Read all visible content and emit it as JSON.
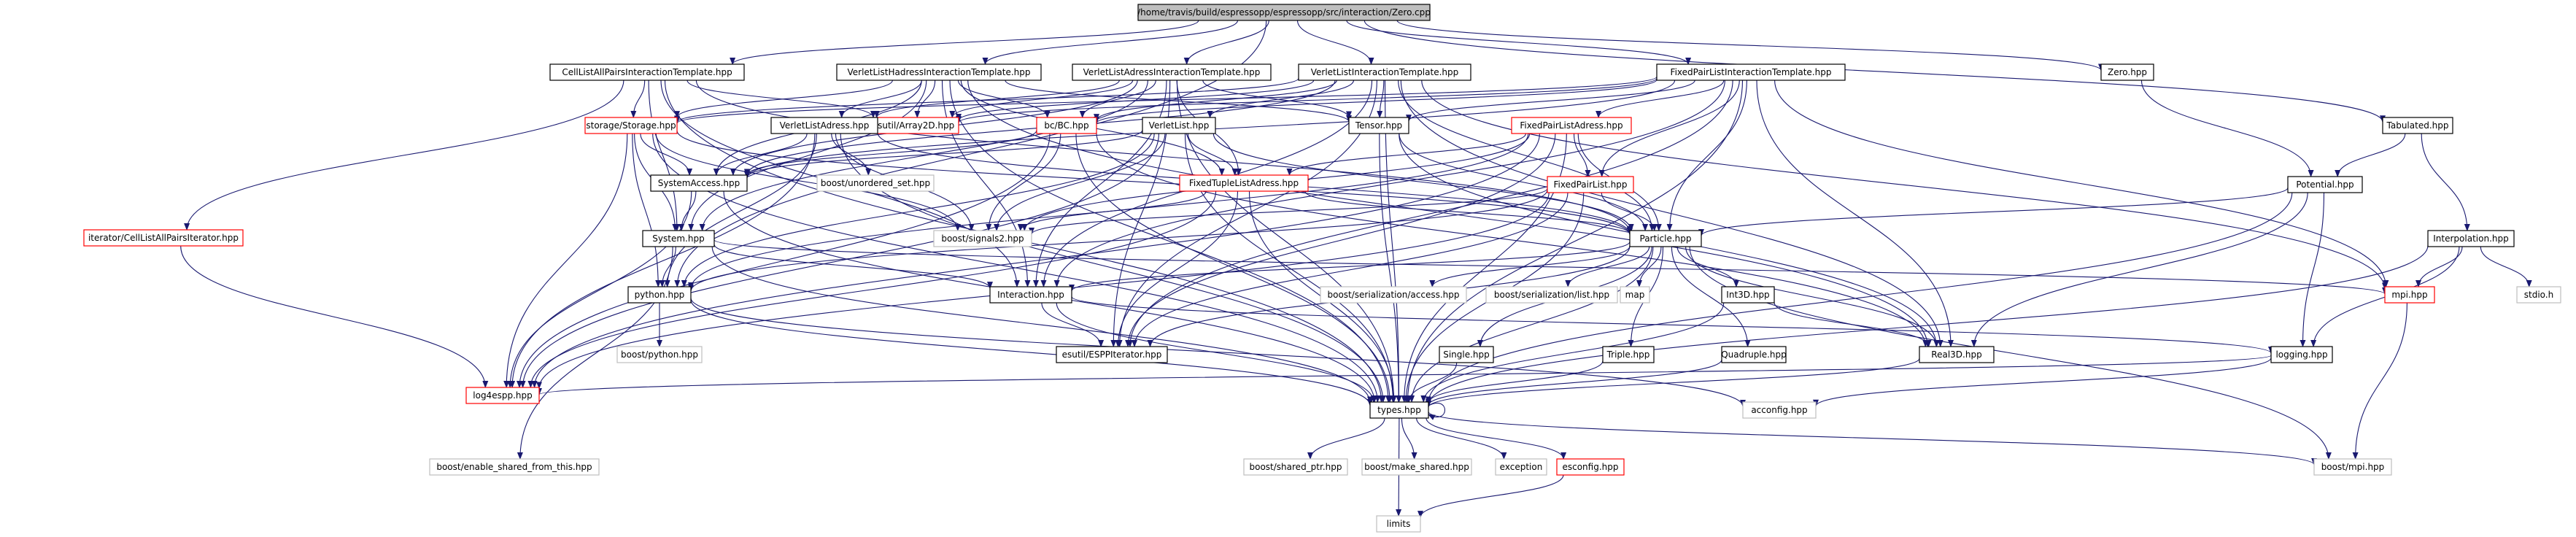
{
  "colors": {
    "root_fill": "#bfbfbf",
    "normal_border": "#000000",
    "truncated_border": "#ff0000",
    "external_border": "#bfbfbf",
    "external_text": "#666666",
    "edge": "#191970"
  },
  "nodes": [
    {
      "id": "root",
      "label": "/home/travis/build/espressopp/espressopp/src/interaction/Zero.cpp",
      "kind": "root"
    },
    {
      "id": "cellall",
      "label": "CellListAllPairsInteractionTemplate.hpp",
      "kind": "normal"
    },
    {
      "id": "vlhadress",
      "label": "VerletListHadressInteractionTemplate.hpp",
      "kind": "normal"
    },
    {
      "id": "vladresstpl",
      "label": "VerletListAdressInteractionTemplate.hpp",
      "kind": "normal"
    },
    {
      "id": "vltpl",
      "label": "VerletListInteractionTemplate.hpp",
      "kind": "normal"
    },
    {
      "id": "fpltpl",
      "label": "FixedPairListInteractionTemplate.hpp",
      "kind": "normal"
    },
    {
      "id": "zero",
      "label": "Zero.hpp",
      "kind": "normal"
    },
    {
      "id": "tabulated",
      "label": "Tabulated.hpp",
      "kind": "normal"
    },
    {
      "id": "storage",
      "label": "storage/Storage.hpp",
      "kind": "truncated"
    },
    {
      "id": "array2d",
      "label": "esutil/Array2D.hpp",
      "kind": "truncated"
    },
    {
      "id": "bc",
      "label": "bc/BC.hpp",
      "kind": "truncated"
    },
    {
      "id": "tensor",
      "label": "Tensor.hpp",
      "kind": "normal"
    },
    {
      "id": "fpladress",
      "label": "FixedPairListAdress.hpp",
      "kind": "truncated"
    },
    {
      "id": "iterator",
      "label": "iterator/CellListAllPairsIterator.hpp",
      "kind": "truncated"
    },
    {
      "id": "vladress",
      "label": "VerletListAdress.hpp",
      "kind": "normal"
    },
    {
      "id": "verletlist",
      "label": "VerletList.hpp",
      "kind": "normal"
    },
    {
      "id": "sysaccess",
      "label": "SystemAccess.hpp",
      "kind": "normal"
    },
    {
      "id": "unordered",
      "label": "boost/unordered_set.hpp",
      "kind": "external"
    },
    {
      "id": "ftladress",
      "label": "FixedTupleListAdress.hpp",
      "kind": "truncated"
    },
    {
      "id": "fpl",
      "label": "FixedPairList.hpp",
      "kind": "truncated"
    },
    {
      "id": "potential",
      "label": "Potential.hpp",
      "kind": "normal"
    },
    {
      "id": "interpolation",
      "label": "Interpolation.hpp",
      "kind": "normal"
    },
    {
      "id": "system",
      "label": "System.hpp",
      "kind": "normal"
    },
    {
      "id": "signals2",
      "label": "boost/signals2.hpp",
      "kind": "external"
    },
    {
      "id": "particle",
      "label": "Particle.hpp",
      "kind": "normal"
    },
    {
      "id": "python",
      "label": "python.hpp",
      "kind": "normal"
    },
    {
      "id": "interaction",
      "label": "Interaction.hpp",
      "kind": "normal"
    },
    {
      "id": "serialaccess",
      "label": "boost/serialization/access.hpp",
      "kind": "external"
    },
    {
      "id": "seriallist",
      "label": "boost/serialization/list.hpp",
      "kind": "external"
    },
    {
      "id": "map",
      "label": "map",
      "kind": "external"
    },
    {
      "id": "int3d",
      "label": "Int3D.hpp",
      "kind": "normal"
    },
    {
      "id": "mpi",
      "label": "mpi.hpp",
      "kind": "truncated"
    },
    {
      "id": "stdio",
      "label": "stdio.h",
      "kind": "external"
    },
    {
      "id": "boostpython",
      "label": "boost/python.hpp",
      "kind": "external"
    },
    {
      "id": "esppiter",
      "label": "esutil/ESPPIterator.hpp",
      "kind": "normal"
    },
    {
      "id": "single",
      "label": "Single.hpp",
      "kind": "normal"
    },
    {
      "id": "triple",
      "label": "Triple.hpp",
      "kind": "normal"
    },
    {
      "id": "quadruple",
      "label": "Quadruple.hpp",
      "kind": "normal"
    },
    {
      "id": "real3d",
      "label": "Real3D.hpp",
      "kind": "normal"
    },
    {
      "id": "logging",
      "label": "logging.hpp",
      "kind": "normal"
    },
    {
      "id": "log4espp",
      "label": "log4espp.hpp",
      "kind": "truncated"
    },
    {
      "id": "types",
      "label": "types.hpp",
      "kind": "normal"
    },
    {
      "id": "acconfig",
      "label": "acconfig.hpp",
      "kind": "external"
    },
    {
      "id": "enableshared",
      "label": "boost/enable_shared_from_this.hpp",
      "kind": "external"
    },
    {
      "id": "sharedptr",
      "label": "boost/shared_ptr.hpp",
      "kind": "external"
    },
    {
      "id": "makeshared",
      "label": "boost/make_shared.hpp",
      "kind": "external"
    },
    {
      "id": "exception",
      "label": "exception",
      "kind": "external"
    },
    {
      "id": "esconfig",
      "label": "esconfig.hpp",
      "kind": "truncated"
    },
    {
      "id": "boostmpi",
      "label": "boost/mpi.hpp",
      "kind": "external"
    },
    {
      "id": "limits",
      "label": "limits",
      "kind": "external"
    }
  ],
  "edges": [
    [
      "root",
      "cellall"
    ],
    [
      "root",
      "vlhadress"
    ],
    [
      "root",
      "vladresstpl"
    ],
    [
      "root",
      "vltpl"
    ],
    [
      "root",
      "fpltpl"
    ],
    [
      "root",
      "zero"
    ],
    [
      "root",
      "tabulated"
    ],
    [
      "root",
      "python"
    ],
    [
      "cellall",
      "storage"
    ],
    [
      "cellall",
      "iterator"
    ],
    [
      "cellall",
      "interaction"
    ],
    [
      "cellall",
      "types"
    ],
    [
      "cellall",
      "array2d"
    ],
    [
      "cellall",
      "system"
    ],
    [
      "cellall",
      "particle"
    ],
    [
      "vlhadress",
      "vladress"
    ],
    [
      "vlhadress",
      "bc"
    ],
    [
      "vlhadress",
      "tensor"
    ],
    [
      "vlhadress",
      "array2d"
    ],
    [
      "vlhadress",
      "ftladress"
    ],
    [
      "vlhadress",
      "interaction"
    ],
    [
      "vlhadress",
      "types"
    ],
    [
      "vlhadress",
      "real3d"
    ],
    [
      "vlhadress",
      "storage"
    ],
    [
      "vlhadress",
      "sysaccess"
    ],
    [
      "vlhadress",
      "system"
    ],
    [
      "vladresstpl",
      "vladress"
    ],
    [
      "vladresstpl",
      "bc"
    ],
    [
      "vladresstpl",
      "tensor"
    ],
    [
      "vladresstpl",
      "array2d"
    ],
    [
      "vladresstpl",
      "ftladress"
    ],
    [
      "vladresstpl",
      "interaction"
    ],
    [
      "vladresstpl",
      "types"
    ],
    [
      "vladresstpl",
      "sysaccess"
    ],
    [
      "vladresstpl",
      "system"
    ],
    [
      "vladresstpl",
      "esppiter"
    ],
    [
      "vltpl",
      "verletlist"
    ],
    [
      "vltpl",
      "bc"
    ],
    [
      "vltpl",
      "tensor"
    ],
    [
      "vltpl",
      "array2d"
    ],
    [
      "vltpl",
      "interaction"
    ],
    [
      "vltpl",
      "types"
    ],
    [
      "vltpl",
      "particle"
    ],
    [
      "vltpl",
      "real3d"
    ],
    [
      "vltpl",
      "storage"
    ],
    [
      "vltpl",
      "sysaccess"
    ],
    [
      "vltpl",
      "mpi"
    ],
    [
      "vltpl",
      "esppiter"
    ],
    [
      "fpltpl",
      "fpl"
    ],
    [
      "fpltpl",
      "fpladress"
    ],
    [
      "fpltpl",
      "bc"
    ],
    [
      "fpltpl",
      "tensor"
    ],
    [
      "fpltpl",
      "array2d"
    ],
    [
      "fpltpl",
      "interaction"
    ],
    [
      "fpltpl",
      "types"
    ],
    [
      "fpltpl",
      "particle"
    ],
    [
      "fpltpl",
      "real3d"
    ],
    [
      "fpltpl",
      "mpi"
    ],
    [
      "fpltpl",
      "esppiter"
    ],
    [
      "fpltpl",
      "sysaccess"
    ],
    [
      "fpltpl",
      "storage"
    ],
    [
      "zero",
      "potential"
    ],
    [
      "tabulated",
      "potential"
    ],
    [
      "tabulated",
      "interpolation"
    ],
    [
      "storage",
      "sysaccess"
    ],
    [
      "storage",
      "system"
    ],
    [
      "storage",
      "log4espp"
    ],
    [
      "storage",
      "types"
    ],
    [
      "storage",
      "python"
    ],
    [
      "storage",
      "particle"
    ],
    [
      "storage",
      "signals2"
    ],
    [
      "bc",
      "sysaccess"
    ],
    [
      "bc",
      "log4espp"
    ],
    [
      "bc",
      "types"
    ],
    [
      "bc",
      "real3d"
    ],
    [
      "bc",
      "signals2"
    ],
    [
      "tensor",
      "types"
    ],
    [
      "tensor",
      "real3d"
    ],
    [
      "tensor",
      "particle"
    ],
    [
      "fpladress",
      "fpl"
    ],
    [
      "fpladress",
      "ftladress"
    ],
    [
      "fpladress",
      "particle"
    ],
    [
      "fpladress",
      "esppiter"
    ],
    [
      "fpladress",
      "python"
    ],
    [
      "fpladress",
      "log4espp"
    ],
    [
      "fpladress",
      "types"
    ],
    [
      "fpladress",
      "signals2"
    ],
    [
      "iterator",
      "log4espp"
    ],
    [
      "vladress",
      "sysaccess"
    ],
    [
      "vladress",
      "unordered"
    ],
    [
      "vladress",
      "particle"
    ],
    [
      "vladress",
      "python"
    ],
    [
      "vladress",
      "log4espp"
    ],
    [
      "vladress",
      "signals2"
    ],
    [
      "vladress",
      "types"
    ],
    [
      "verletlist",
      "sysaccess"
    ],
    [
      "verletlist",
      "particle"
    ],
    [
      "verletlist",
      "python"
    ],
    [
      "verletlist",
      "log4espp"
    ],
    [
      "verletlist",
      "signals2"
    ],
    [
      "verletlist",
      "types"
    ],
    [
      "verletlist",
      "ftladress"
    ],
    [
      "sysaccess",
      "system"
    ],
    [
      "sysaccess",
      "log4espp"
    ],
    [
      "sysaccess",
      "types"
    ],
    [
      "ftladress",
      "particle"
    ],
    [
      "ftladress",
      "esppiter"
    ],
    [
      "ftladress",
      "log4espp"
    ],
    [
      "ftladress",
      "signals2"
    ],
    [
      "ftladress",
      "types"
    ],
    [
      "fpl",
      "particle"
    ],
    [
      "fpl",
      "esppiter"
    ],
    [
      "fpl",
      "python"
    ],
    [
      "fpl",
      "log4espp"
    ],
    [
      "fpl",
      "signals2"
    ],
    [
      "fpl",
      "types"
    ],
    [
      "potential",
      "particle"
    ],
    [
      "potential",
      "real3d"
    ],
    [
      "potential",
      "types"
    ],
    [
      "potential",
      "logging"
    ],
    [
      "interpolation",
      "types"
    ],
    [
      "interpolation",
      "mpi"
    ],
    [
      "interpolation",
      "stdio"
    ],
    [
      "interpolation",
      "logging"
    ],
    [
      "system",
      "python"
    ],
    [
      "system",
      "interaction"
    ],
    [
      "system",
      "types"
    ],
    [
      "system",
      "mpi"
    ],
    [
      "system",
      "enableshared"
    ],
    [
      "particle",
      "serialaccess"
    ],
    [
      "particle",
      "seriallist"
    ],
    [
      "particle",
      "map"
    ],
    [
      "particle",
      "int3d"
    ],
    [
      "particle",
      "real3d"
    ],
    [
      "particle",
      "types"
    ],
    [
      "particle",
      "single"
    ],
    [
      "particle",
      "triple"
    ],
    [
      "particle",
      "quadruple"
    ],
    [
      "particle",
      "interaction"
    ],
    [
      "particle",
      "esppiter"
    ],
    [
      "particle",
      "boostmpi"
    ],
    [
      "python",
      "boostpython"
    ],
    [
      "python",
      "types"
    ],
    [
      "python",
      "acconfig"
    ],
    [
      "interaction",
      "types"
    ],
    [
      "interaction",
      "esppiter"
    ],
    [
      "interaction",
      "logging"
    ],
    [
      "int3d",
      "real3d"
    ],
    [
      "int3d",
      "types"
    ],
    [
      "mpi",
      "boostmpi"
    ],
    [
      "single",
      "types"
    ],
    [
      "triple",
      "types"
    ],
    [
      "quadruple",
      "types"
    ],
    [
      "real3d",
      "types"
    ],
    [
      "logging",
      "log4espp"
    ],
    [
      "logging",
      "acconfig"
    ],
    [
      "types",
      "sharedptr"
    ],
    [
      "types",
      "makeshared"
    ],
    [
      "types",
      "exception"
    ],
    [
      "types",
      "esconfig"
    ],
    [
      "types",
      "limits"
    ],
    [
      "types",
      "boostmpi"
    ],
    [
      "types",
      "types"
    ],
    [
      "esconfig",
      "limits"
    ]
  ]
}
